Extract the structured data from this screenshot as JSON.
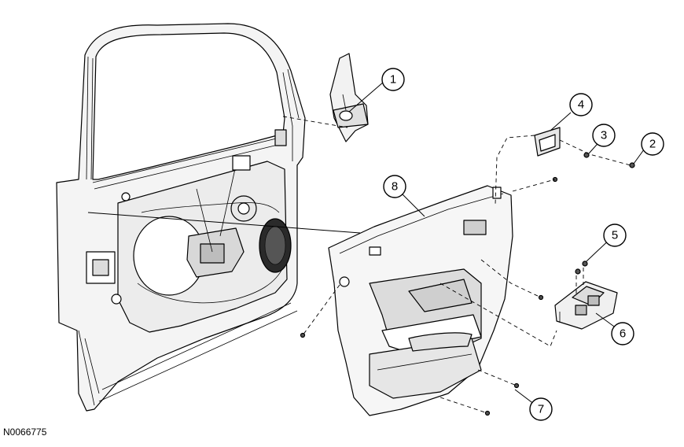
{
  "figure_id": "N0066775",
  "callouts": [
    {
      "number": "1"
    },
    {
      "number": "2"
    },
    {
      "number": "3"
    },
    {
      "number": "4"
    },
    {
      "number": "5"
    },
    {
      "number": "6"
    },
    {
      "number": "7"
    },
    {
      "number": "8"
    }
  ],
  "colors": {
    "line": "#000000",
    "part_fill": "#ffffff",
    "shading": "#d9d9d9",
    "dark": "#2a2a2a"
  }
}
